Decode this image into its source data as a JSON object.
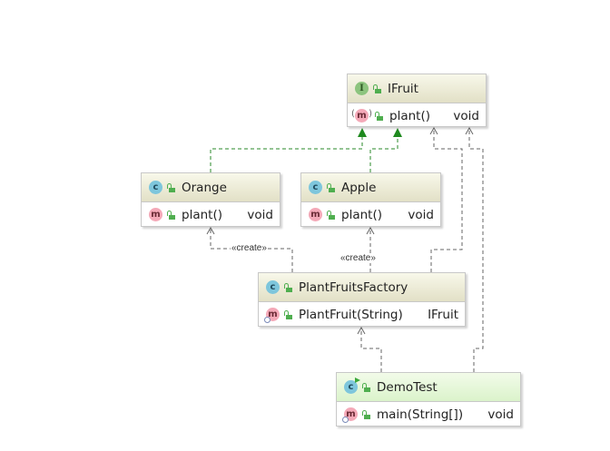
{
  "nodes": {
    "ifruit": {
      "kind": "interface",
      "icon": "interface-icon",
      "title": "IFruit",
      "members": [
        {
          "icon": "abstract-method-icon",
          "name": "plant()",
          "type": "void"
        }
      ]
    },
    "orange": {
      "kind": "class",
      "icon": "class-icon",
      "title": "Orange",
      "members": [
        {
          "icon": "method-icon",
          "name": "plant()",
          "type": "void"
        }
      ]
    },
    "apple": {
      "kind": "class",
      "icon": "class-icon",
      "title": "Apple",
      "members": [
        {
          "icon": "method-icon",
          "name": "plant()",
          "type": "void"
        }
      ]
    },
    "factory": {
      "kind": "class",
      "icon": "class-icon",
      "title": "PlantFruitsFactory",
      "members": [
        {
          "icon": "static-method-icon",
          "name": "PlantFruit(String)",
          "type": "IFruit"
        }
      ]
    },
    "demotest": {
      "kind": "runnable-class",
      "icon": "runnable-class-icon",
      "title": "DemoTest",
      "members": [
        {
          "icon": "static-method-icon",
          "name": "main(String[])",
          "type": "void"
        }
      ]
    }
  },
  "edges": [
    {
      "from": "Orange",
      "to": "IFruit",
      "type": "realization"
    },
    {
      "from": "Apple",
      "to": "IFruit",
      "type": "realization"
    },
    {
      "from": "PlantFruitsFactory",
      "to": "Orange",
      "type": "dependency",
      "label": "«create»"
    },
    {
      "from": "PlantFruitsFactory",
      "to": "Apple",
      "type": "dependency",
      "label": "«create»"
    },
    {
      "from": "PlantFruitsFactory",
      "to": "IFruit",
      "type": "dependency"
    },
    {
      "from": "DemoTest",
      "to": "IFruit",
      "type": "dependency"
    },
    {
      "from": "DemoTest",
      "to": "PlantFruitsFactory",
      "type": "dependency"
    }
  ],
  "colors": {
    "realization": "#2a8a2a",
    "dependency": "#555555"
  }
}
